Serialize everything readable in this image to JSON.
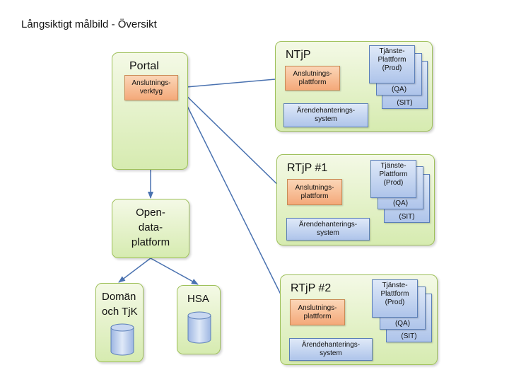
{
  "title": "Långsiktigt målbild - Översikt",
  "portal": {
    "label": "Portal",
    "tool": "Anslutnings-\nverktyg"
  },
  "opendata": {
    "label": "Open-\ndata-\nplatform"
  },
  "doman": {
    "label": "Domän\noch TjK"
  },
  "hsa": {
    "label": "HSA"
  },
  "platforms": [
    {
      "name": "NTjP",
      "connect": "Anslutnings-\nplattform",
      "tjanste": "Tjänste-\nPlattform\n(Prod)",
      "qa": "(QA)",
      "sit": "(SIT)",
      "arende": "Ärendehanterings-\nsystem"
    },
    {
      "name": "RTjP #1",
      "connect": "Anslutnings-\nplattform",
      "tjanste": "Tjänste-\nPlattform\n(Prod)",
      "qa": "(QA)",
      "sit": "(SIT)",
      "arende": "Ärendehanterings-\nsystem"
    },
    {
      "name": "RTjP #2",
      "connect": "Anslutnings-\nplattform",
      "tjanste": "Tjänste-\nPlattform\n(Prod)",
      "qa": "(QA)",
      "sit": "(SIT)",
      "arende": "Ärendehanterings-\nsystem"
    }
  ],
  "colors": {
    "arrow": "#4a72b0",
    "green_border": "#9ec05a",
    "orange_fill": "#f4a97a",
    "blue_fill": "#aec4ea"
  }
}
